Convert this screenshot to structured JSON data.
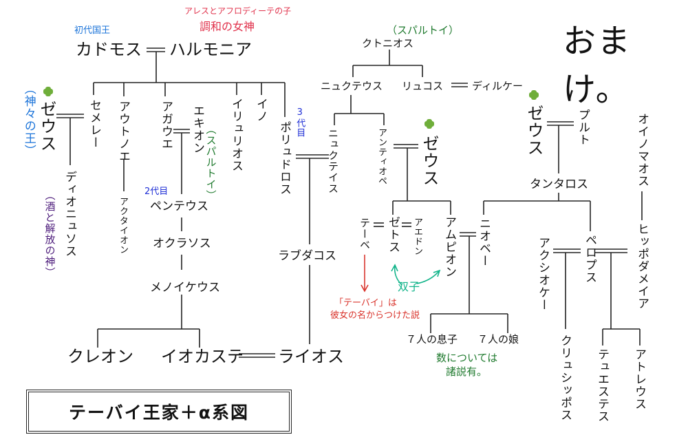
{
  "colors": {
    "ink": "#111111",
    "blue": "#1a73d9",
    "navy": "#1f2fd6",
    "red": "#e0304a",
    "green": "#1f7a2e",
    "purple": "#4b1a7a",
    "teal": "#12b48a",
    "arrow_red": "#d9332b",
    "accent_green": "#6fae3a"
  },
  "title": "テーバイ王家＋α系図",
  "omake": "おまけ。",
  "people": {
    "kadmos": "カドモス",
    "harmonia": "ハルモニア",
    "zeus1": "ゼウス",
    "semele": "セメレー",
    "autonoe": "アウトノエ",
    "agaue": "アガウエ",
    "echion": "エキオン",
    "illyrios": "イリュリオス",
    "ino": "イノ",
    "polydoros": "ポリュドロス",
    "dionysos": "ディオニュソス",
    "aktaion": "アクタイオン",
    "pentheus": "ペンテウス",
    "oklasos": "オクラソス",
    "menoikeus": "メノイケウス",
    "kreon": "クレオン",
    "iokaste": "イオカステ",
    "laios": "ライオス",
    "labdakos": "ラブダコス",
    "chthonios": "クトニオス",
    "nykteus": "ニュクテウス",
    "lykos": "リュコス",
    "dirke": "ディルケー",
    "nykteis": "ニュクテイス",
    "antiope": "アンティオペ",
    "zeus2": "ゼウス",
    "thebe": "テーベ",
    "zethos": "ゼトス",
    "aedon": "アエドン",
    "amphion": "アムピオン",
    "zeus3": "ゼウス",
    "plouto": "プルト",
    "tantalos": "タンタロス",
    "niobe": "ニオベー",
    "pelops": "ペロプス",
    "oinomaos": "オイノマオス",
    "hippodameia": "ヒッポダメイア",
    "axioche": "アクシオケー",
    "chrysippos": "クリュシッポス",
    "thyestes": "テュエステス",
    "atreus": "アトレウス",
    "sons7": "７人の息子",
    "daughters7": "７人の娘"
  },
  "notes": {
    "first_king": "初代国王",
    "harmonia_parent": "アレスとアフロディーテの子",
    "harmonia_role": "調和の女神",
    "zeus_role": "（神々の王）",
    "dionysos_role": "（酒と解放の神）",
    "spartoi1": "（スパルトイ）",
    "spartoi2": "（スパルトイ）",
    "gen2": "2代目",
    "gen3": "3代目",
    "thebe_note1": "「テーバイ」は",
    "thebe_note2": "彼女の名からつけた説",
    "twins": "双子",
    "count_note1": "数については",
    "count_note2": "諸説有。"
  }
}
